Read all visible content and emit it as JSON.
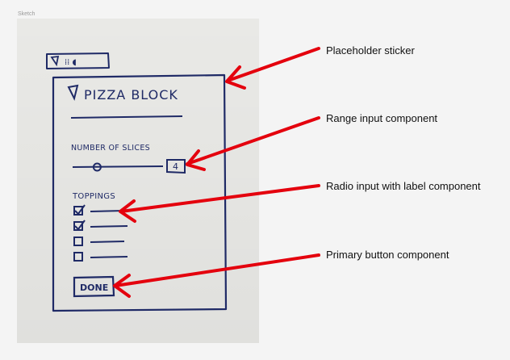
{
  "frame": {
    "label": "Sketch"
  },
  "sketch": {
    "sticker_text": "⁞⁞ ◖",
    "card_title": "PIZZA BLOCK",
    "slices_label": "NUMBER OF SLICES",
    "slices_value": "4",
    "slices_level": 0.2,
    "toppings_label": "TOPPINGS",
    "toppings_checked": [
      true,
      true,
      false,
      false
    ],
    "done_label": "DONE"
  },
  "annotations": {
    "placeholder_sticker": "Placeholder sticker",
    "range_input": "Range input component",
    "radio_input": "Radio input with label component",
    "primary_button": "Primary button component"
  },
  "colors": {
    "ink": "#1f2a66",
    "arrow": "#e4000d",
    "paper": "#e9e9e6",
    "canvas": "#f4f4f4"
  }
}
